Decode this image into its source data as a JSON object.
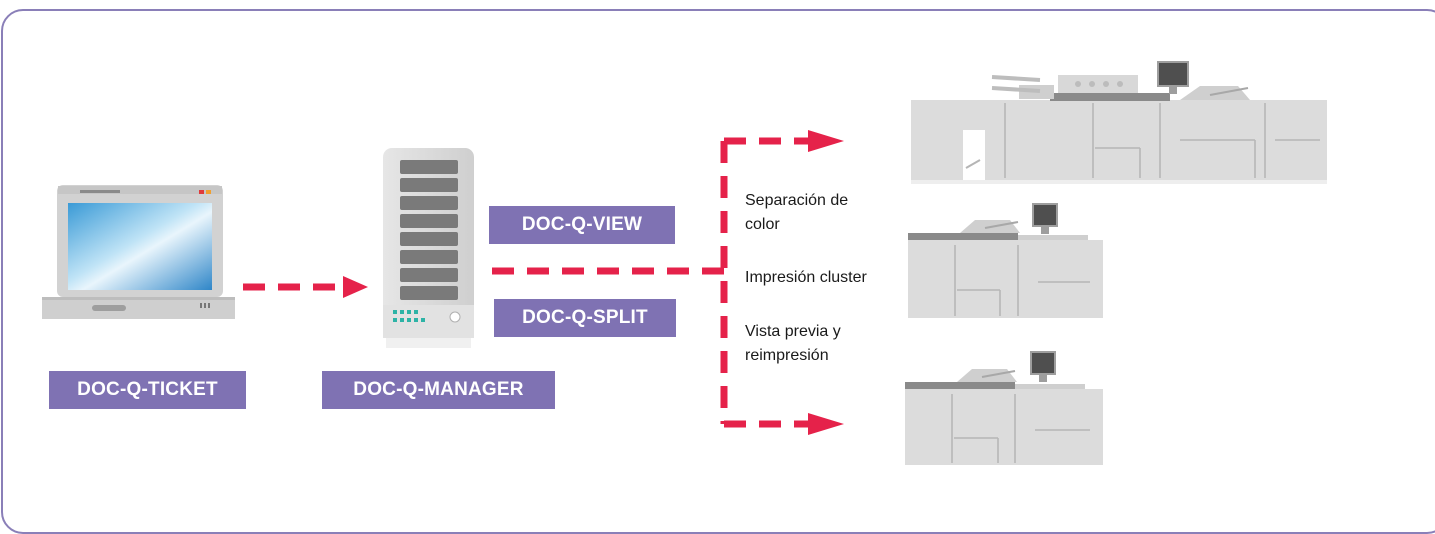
{
  "labels": {
    "ticket": "DOC-Q-TICKET",
    "manager": "DOC-Q-MANAGER",
    "view": "DOC-Q-VIEW",
    "split": "DOC-Q-SPLIT"
  },
  "features": [
    "Separación de color",
    "Impresión cluster",
    "Vista previa y reimpresión"
  ],
  "colors": {
    "label_bg": "#7f72b3",
    "arrow": "#e5224a",
    "frame": "#8a7fb8",
    "device_gray": "#dcdcdc"
  }
}
